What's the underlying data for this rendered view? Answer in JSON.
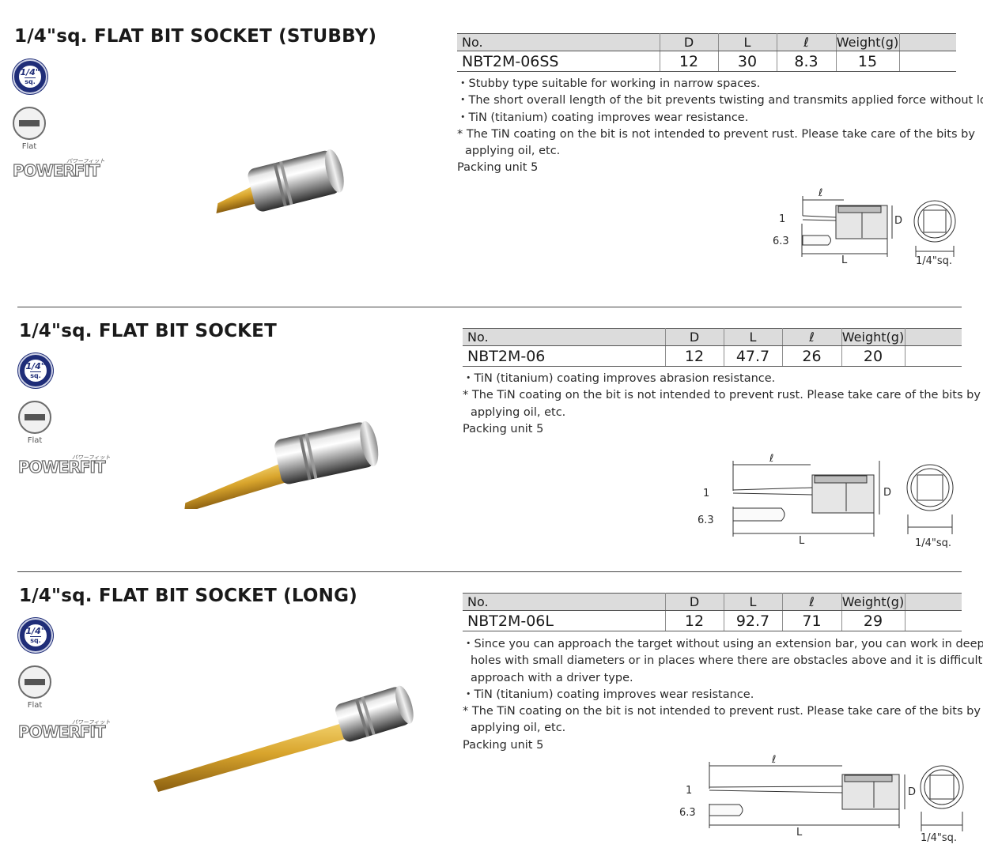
{
  "columns": {
    "no": "No.",
    "d": "D",
    "l": "L",
    "ell": "ℓ",
    "weight": "Weight(g)"
  },
  "badge": {
    "line1": "1/4\"",
    "line2": "sq."
  },
  "flat_label": "Flat",
  "logo": {
    "text": "POWERFIT",
    "small": "パワーフィット"
  },
  "dims": {
    "ell": "ℓ",
    "l": "L",
    "d": "D",
    "one": "1",
    "six": "6.3",
    "sq": "1/4\"sq."
  },
  "sections": [
    {
      "title": "1/4\"sq. FLAT BIT SOCKET (STUBBY)",
      "row": {
        "no": "NBT2M-06SS",
        "d": "12",
        "l": "30",
        "ell": "8.3",
        "weight": "15"
      },
      "notes": [
        "・Stubby type suitable for working in narrow spaces.",
        "・The short overall length of the bit prevents twisting and transmits applied force without loss.",
        "・TiN (titanium) coating improves wear resistance.",
        "* The TiN coating on the bit is not intended to prevent rust. Please take care of the bits by",
        "applying oil, etc.",
        "Packing unit 5"
      ]
    },
    {
      "title": "1/4\"sq. FLAT BIT SOCKET",
      "row": {
        "no": "NBT2M-06",
        "d": "12",
        "l": "47.7",
        "ell": "26",
        "weight": "20"
      },
      "notes": [
        "・TiN (titanium) coating improves abrasion resistance.",
        "* The TiN coating on the bit is not intended to prevent rust. Please take care of the bits by",
        "applying oil, etc.",
        "Packing unit 5"
      ]
    },
    {
      "title": "1/4\"sq. FLAT BIT SOCKET (LONG)",
      "row": {
        "no": "NBT2M-06L",
        "d": "12",
        "l": "92.7",
        "ell": "71",
        "weight": "29"
      },
      "notes": [
        "・Since you can approach the target without using an extension bar, you can work in deep",
        "holes with small diameters or in places where there are obstacles above and it is difficult to",
        "approach with a driver type.",
        "・TiN (titanium) coating improves wear resistance.",
        "* The TiN coating on the bit is not intended to prevent rust. Please take care of the bits by",
        "applying oil, etc.",
        "Packing unit 5"
      ]
    }
  ]
}
